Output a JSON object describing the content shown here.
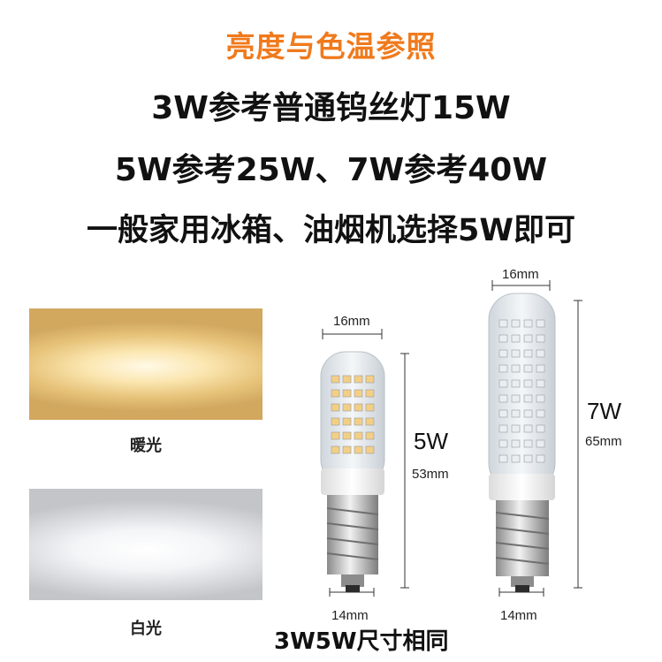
{
  "title": "亮度与色温参照",
  "lines": [
    "3W参考普通钨丝灯15W",
    "5W参考25W、7W参考40W",
    "一般家用冰箱、油烟机选择5W即可"
  ],
  "swatches": {
    "warm_label": "暖光",
    "white_label": "白光"
  },
  "bulb_small": {
    "watt": "5W",
    "width_top": "16mm",
    "height": "53mm",
    "width_base": "14mm"
  },
  "bulb_large": {
    "watt": "7W",
    "width_top": "16mm",
    "height": "65mm",
    "width_base": "14mm"
  },
  "note": "3W5W尺寸相同",
  "colors": {
    "title": "#f07a1c",
    "text": "#111111"
  }
}
